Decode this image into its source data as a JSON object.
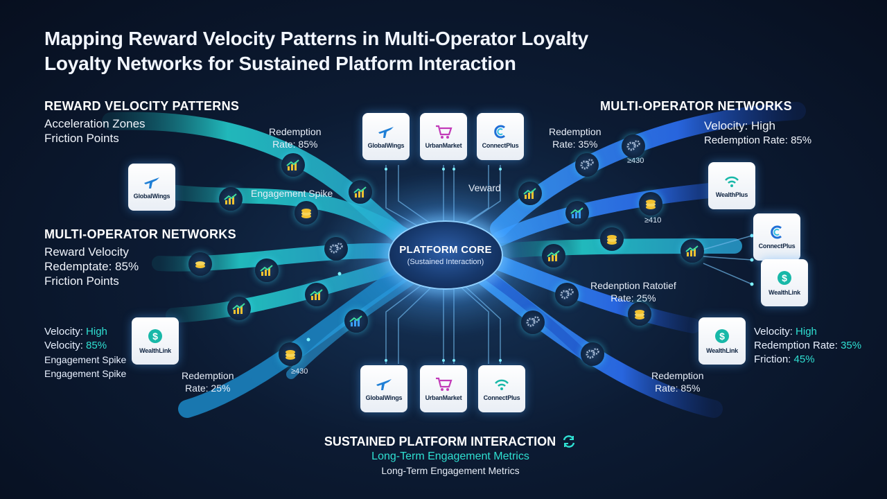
{
  "title": {
    "line1": "Mapping Reward Velocity Patterns in Multi-Operator Loyalty",
    "line2": "Loyalty Networks for Sustained Platform Interaction"
  },
  "left_top": {
    "heading": "REWARD VELOCITY PATTERNS",
    "line1": "Acceleration Zones",
    "line2": "Friction Points"
  },
  "left_mid": {
    "heading": "MULTI-OPERATOR NETWORKS",
    "line1": "Reward Velocity",
    "line2": "Redemptate: 85%",
    "line3": "Friction Points"
  },
  "left_bottom": {
    "line1_label": "Velocity: ",
    "line1_value": "High",
    "line2_label": "Velocity: ",
    "line2_value": "85%",
    "line3": "Engagement Spike",
    "line4": "Engagement Spike"
  },
  "right_top": {
    "heading": "MULTI-OPERATOR NETWORKS",
    "line1": "Velocity: High",
    "line2": "Redemption Rate: 85%"
  },
  "right_bottom": {
    "line1_label": "Velocity: ",
    "line1_value": "High",
    "line2_label": "Redemption Rate: ",
    "line2_value": "35%",
    "line3_label": "Friction: ",
    "line3_value": "45%"
  },
  "core": {
    "title": "PLATFORM CORE",
    "subtitle": "(Sustained Interaction)"
  },
  "flow_labels": {
    "redemption_top_left": [
      "Redemption",
      "Rate: 85%"
    ],
    "engagement_spike": "Engagement Spike",
    "redemption_top_right": [
      "Redemption",
      "Rate: 35%"
    ],
    "veward": "Veward",
    "redemption_mid_right": [
      "Redenption Ratotief",
      "Rate: 25%"
    ],
    "redemption_bottom_left": [
      "Redemption",
      "Rate: 25%"
    ],
    "redemption_bottom_right": [
      "Redemption",
      "Rate: 85%"
    ],
    "glyph_a": "≥430",
    "glyph_b": "≥410",
    "glyph_c": "≥430"
  },
  "operators": {
    "top": [
      "GlobalWings",
      "UrbanMarket",
      "ConnectPlus"
    ],
    "bottom": [
      "GlobalWings",
      "UrbanMarket",
      "ConnectPlus"
    ],
    "left": [
      "GlobalWings",
      "WealthLink"
    ],
    "right": [
      "WealthPlus",
      "ConnectPlus",
      "WealthLink",
      "WealthLink"
    ]
  },
  "footer": {
    "heading": "SUSTAINED PLATFORM INTERACTION",
    "line1": "Long-Term Engagement Metrics",
    "line2": "Long-Term Engagement Metrics"
  },
  "colors": {
    "teal": "#2fe0d2",
    "blue": "#2b6df0",
    "background": "#0c1b33",
    "gold": "#f2c230"
  },
  "icons": [
    "plane-icon",
    "cart-icon",
    "c-logo-icon",
    "wifi-icon",
    "dollar-icon",
    "chart-up-icon",
    "coins-icon",
    "gears-icon",
    "cycle-icon"
  ]
}
